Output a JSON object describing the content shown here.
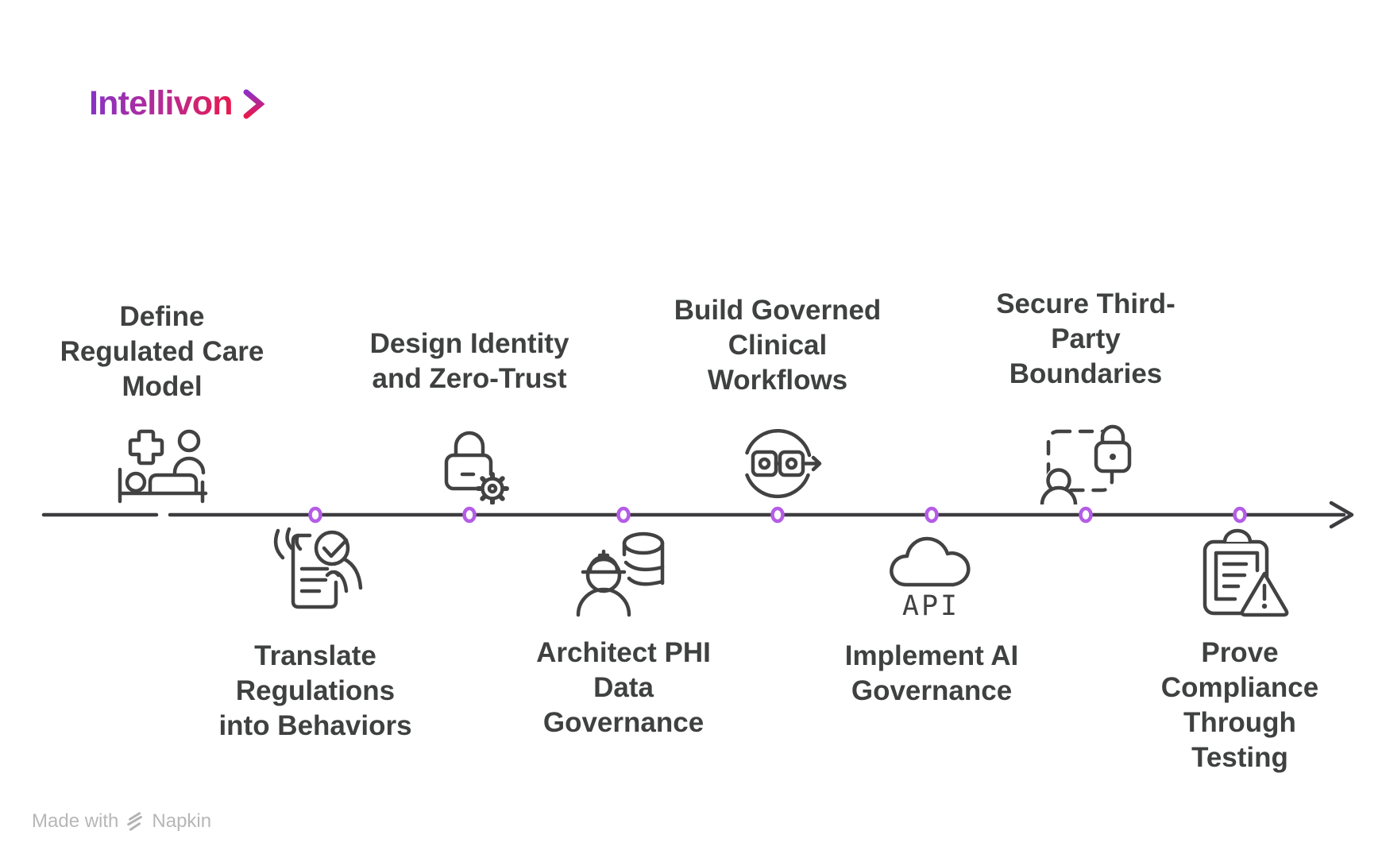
{
  "logo": {
    "text": "Intellivon",
    "gradient": [
      "#8733c6",
      "#b62b93",
      "#e9194e"
    ]
  },
  "timeline": {
    "line_color": "#3d3d40",
    "dot_color": "#b45ce6",
    "dot_count": 7,
    "direction": "left-to-right-arrow"
  },
  "steps": [
    {
      "title": "Define\nRegulated Care\nModel",
      "icon": "patient-bed-cross",
      "position": "above"
    },
    {
      "title": "Translate\nRegulations\ninto Behaviors",
      "icon": "hands-document-check",
      "position": "below"
    },
    {
      "title": "Design Identity\nand Zero-Trust",
      "icon": "lock-gear",
      "position": "above"
    },
    {
      "title": "Architect PHI\nData\nGovernance",
      "icon": "engineer-database",
      "position": "below"
    },
    {
      "title": "Build Governed\nClinical\nWorkflows",
      "icon": "workflow-loop-arrow",
      "position": "above"
    },
    {
      "title": "Implement AI\nGovernance",
      "icon": "cloud-api",
      "icon_label": "API",
      "position": "below"
    },
    {
      "title": "Secure Third-\nParty\nBoundaries",
      "icon": "dashed-boundary-lock-user",
      "position": "above"
    },
    {
      "title": "Prove\nCompliance\nThrough\nTesting",
      "icon": "clipboard-warning",
      "position": "below"
    }
  ],
  "colors": {
    "title_text": "#3f4040",
    "icon_stroke": "#424242",
    "timeline_line": "#3d3d40",
    "timeline_dot": "#b45ce6",
    "footer_text": "#b7b7b7",
    "background": "#ffffff"
  },
  "footer": {
    "prefix": "Made with",
    "brand": "Napkin"
  }
}
